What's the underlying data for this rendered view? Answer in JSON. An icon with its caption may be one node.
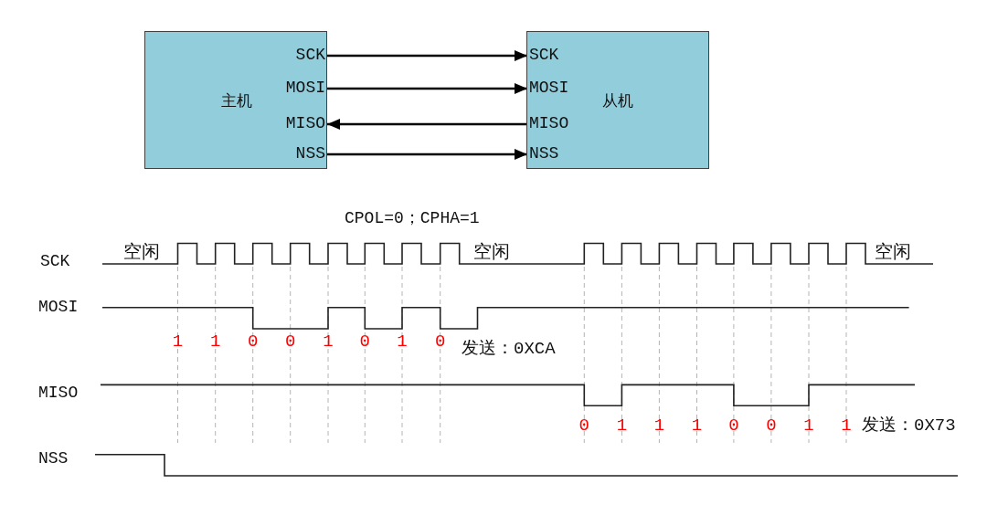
{
  "diagram": {
    "nodes": [
      {
        "text": [
          "主机"
        ]
      },
      {
        "text": [
          "SCK"
        ],
        "in": 0
      },
      {
        "text": [
          "MOSI"
        ],
        "in": 0
      },
      {
        "text": [
          "MISO"
        ],
        "in": 0
      },
      {
        "text": [
          "NSS"
        ],
        "in": 0
      },
      {
        "text": [
          "从机"
        ]
      },
      {
        "text": [
          "SCK"
        ],
        "in": 5
      },
      {
        "text": [
          "MOSI"
        ],
        "in": 5
      },
      {
        "text": [
          "MISO"
        ],
        "in": 5
      },
      {
        "text": [
          "NSS"
        ],
        "in": 5
      }
    ],
    "edges": [
      {
        "from": 1,
        "to": 6,
        "arrow": "to"
      },
      {
        "from": 2,
        "to": 7,
        "arrow": "to"
      },
      {
        "from": 8,
        "to": 3,
        "arrow": "to"
      },
      {
        "from": 4,
        "to": 9,
        "arrow": "to"
      }
    ],
    "labels": [
      "CPOL=0；CPHA=1",
      "SCK",
      "空闲",
      "空闲",
      "空闲",
      "MOSI",
      "1",
      "1",
      "0",
      "0",
      "1",
      "0",
      "1",
      "0",
      "发送：0XCA",
      "MISO",
      "0",
      "1",
      "1",
      "1",
      "0",
      "0",
      "1",
      "1",
      "发送：0X73",
      "NSS"
    ]
  }
}
